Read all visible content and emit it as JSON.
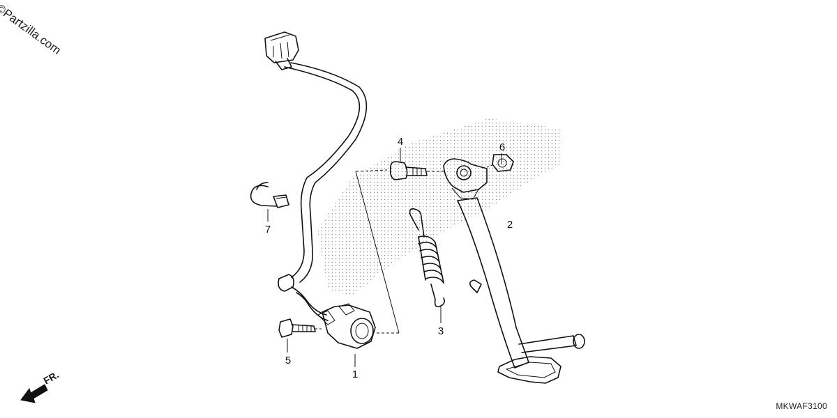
{
  "watermark": "©Partzilla.com",
  "diagram_code": "MKWAF3100",
  "direction_label": "FR.",
  "callouts": {
    "p1": "1",
    "p2": "2",
    "p3": "3",
    "p4": "4",
    "p5": "5",
    "p6": "6",
    "p7": "7"
  }
}
